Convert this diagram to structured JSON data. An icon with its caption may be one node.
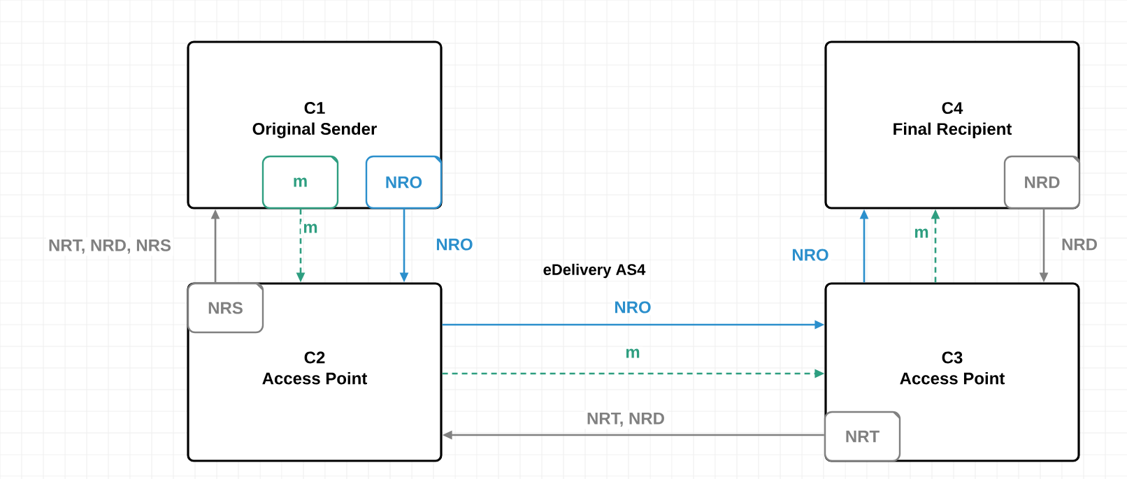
{
  "diagram": {
    "nodes": [
      {
        "text": [
          "C1",
          "Original Sender"
        ]
      },
      {
        "text": [
          "m"
        ],
        "in": 0
      },
      {
        "text": [
          "NRO"
        ],
        "in": 0
      },
      {
        "text": [
          "C4",
          "Final Recipient"
        ]
      },
      {
        "text": [
          "NRD"
        ],
        "in": 3
      },
      {
        "text": [
          "C2",
          "Access Point"
        ]
      },
      {
        "text": [
          "NRS"
        ],
        "in": 5
      },
      {
        "text": [
          "C3",
          "Access Point"
        ]
      },
      {
        "text": [
          "NRT"
        ],
        "in": 7
      }
    ],
    "edges": [
      {
        "from": 1,
        "to": 5,
        "arrow": "to",
        "label": "m",
        "style": "dashed",
        "color": "#2e9e80"
      },
      {
        "from": 2,
        "to": 5,
        "arrow": "to",
        "label": "NRO",
        "color": "#2b8fcc"
      },
      {
        "from": 6,
        "to": 0,
        "arrow": "to",
        "label": "NRT, NRD, NRS",
        "color": "#808080"
      },
      {
        "from": 5,
        "to": 7,
        "arrow": "to",
        "label": "NRO",
        "color": "#2b8fcc"
      },
      {
        "from": 5,
        "to": 7,
        "arrow": "to",
        "label": "m",
        "style": "dashed",
        "color": "#2e9e80"
      },
      {
        "from": 8,
        "to": 5,
        "arrow": "to",
        "label": "NRT, NRD",
        "color": "#808080"
      },
      {
        "from": 7,
        "to": 3,
        "arrow": "to",
        "label": "NRO",
        "color": "#2b8fcc"
      },
      {
        "from": 7,
        "to": 3,
        "arrow": "to",
        "label": "m",
        "style": "dashed",
        "color": "#2e9e80"
      },
      {
        "from": 4,
        "to": 7,
        "arrow": "to",
        "label": "NRD",
        "color": "#808080"
      }
    ],
    "labels": [
      "eDelivery AS4"
    ]
  }
}
